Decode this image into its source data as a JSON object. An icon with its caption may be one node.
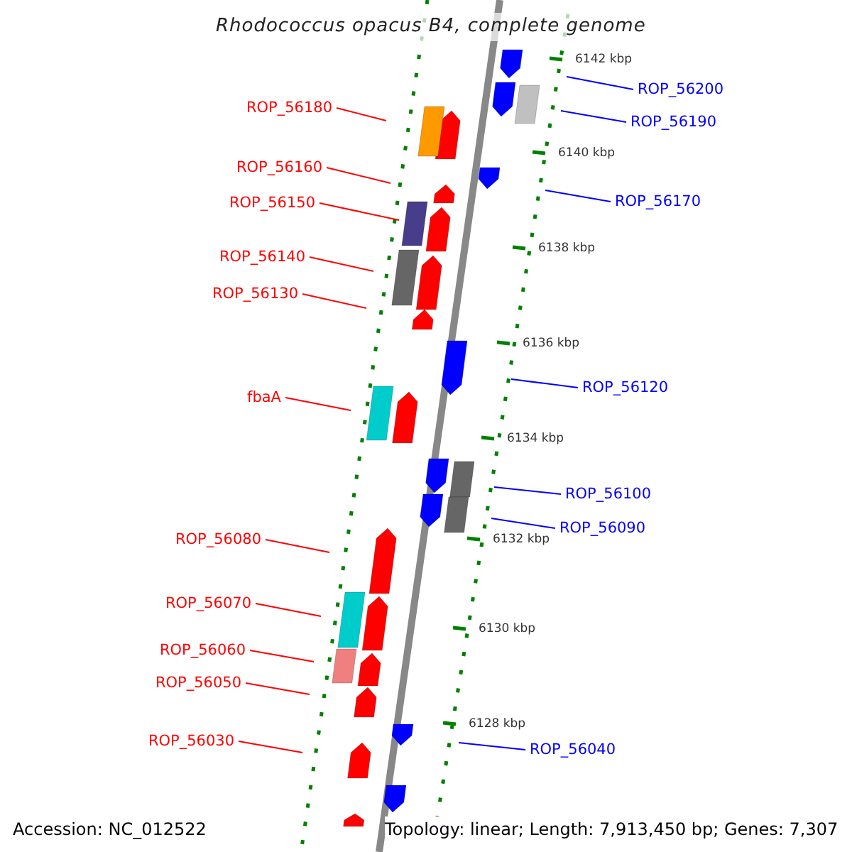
{
  "diagram": {
    "title": "Rhodococcus opacus B4, complete genome",
    "nodes": [
      {
        "text": [
          "ROP_56180"
        ]
      },
      {
        "text": [
          "ROP_56160"
        ]
      },
      {
        "text": [
          "ROP_56150"
        ]
      },
      {
        "text": [
          "ROP_56140"
        ]
      },
      {
        "text": [
          "ROP_56130"
        ]
      },
      {
        "text": [
          "fbaA"
        ]
      },
      {
        "text": [
          "ROP_56080"
        ]
      },
      {
        "text": [
          "ROP_56070"
        ]
      },
      {
        "text": [
          "ROP_56060"
        ]
      },
      {
        "text": [
          "ROP_56050"
        ]
      },
      {
        "text": [
          "ROP_56030"
        ]
      },
      {
        "text": [
          "ROP_56200"
        ]
      },
      {
        "text": [
          "ROP_56190"
        ]
      },
      {
        "text": [
          "ROP_56170"
        ]
      },
      {
        "text": [
          "ROP_56120"
        ]
      },
      {
        "text": [
          "ROP_56100"
        ]
      },
      {
        "text": [
          "ROP_56090"
        ]
      },
      {
        "text": [
          "ROP_56040"
        ]
      }
    ],
    "edges": [
      {
        "from": 0,
        "to": null,
        "arrow": "none"
      },
      {
        "from": 1,
        "to": null,
        "arrow": "none"
      },
      {
        "from": 2,
        "to": null,
        "arrow": "none"
      },
      {
        "from": 3,
        "to": null,
        "arrow": "none"
      },
      {
        "from": 4,
        "to": null,
        "arrow": "none"
      },
      {
        "from": 5,
        "to": null,
        "arrow": "none"
      },
      {
        "from": 6,
        "to": null,
        "arrow": "none"
      },
      {
        "from": 7,
        "to": null,
        "arrow": "none"
      },
      {
        "from": 8,
        "to": null,
        "arrow": "none"
      },
      {
        "from": 9,
        "to": null,
        "arrow": "none"
      },
      {
        "from": 10,
        "to": null,
        "arrow": "none"
      },
      {
        "from": 11,
        "to": null,
        "arrow": "none",
        "color": "#0000ff"
      },
      {
        "from": 12,
        "to": null,
        "arrow": "none",
        "color": "#0000ff"
      },
      {
        "from": 13,
        "to": null,
        "arrow": "none",
        "color": "#0000ff"
      },
      {
        "from": 14,
        "to": null,
        "arrow": "none",
        "color": "#0000ff"
      },
      {
        "from": 15,
        "to": null,
        "arrow": "none",
        "color": "#0000ff"
      },
      {
        "from": 16,
        "to": null,
        "arrow": "none",
        "color": "#0000ff"
      },
      {
        "from": 17,
        "to": null,
        "arrow": "none",
        "color": "#0000ff"
      }
    ],
    "labels": [
      "6142 kbp",
      "6140 kbp",
      "6138 kbp",
      "6136 kbp",
      "6134 kbp",
      "6132 kbp",
      "6130 kbp",
      "6128 kbp",
      "Accession: NC_012522",
      "Topology: linear; Length: 7,913,450 bp; Genes: 7,307"
    ]
  }
}
